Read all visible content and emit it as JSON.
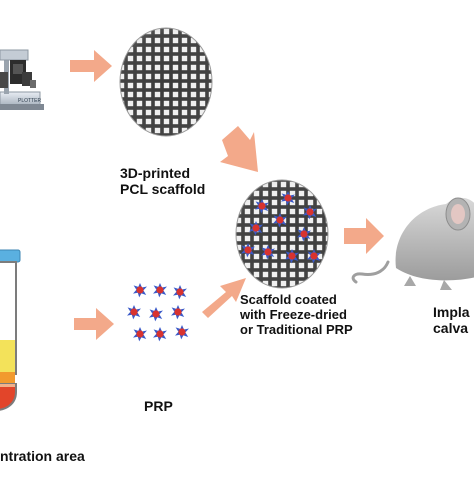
{
  "diagram": {
    "labels": {
      "scaffold": [
        "3D-printed",
        "PCL scaffold"
      ],
      "coated": [
        "Scaffold coated",
        "with Freeze-dried",
        "or Traditional PRP"
      ],
      "prp": "PRP",
      "implant": [
        "Impla",
        "calva"
      ],
      "tube_area": "ntration area",
      "printer_brand": "PLOTTER"
    },
    "colors": {
      "arrow": "#f3a98a",
      "platelet_red": "#d8332f",
      "platelet_blue": "#3a5ac9",
      "mesh_dark": "#3a3a3a",
      "rat_body": "#c2c2c2",
      "tube_yellow": "#f3e25a",
      "tube_orange": "#f29a2e",
      "tube_red": "#e2452a",
      "tube_cap": "#5ab0e0"
    },
    "icons": [
      "plotter-icon",
      "scaffold-mesh-icon",
      "coated-scaffold-icon",
      "platelet-cluster-icon",
      "rat-icon",
      "blood-tube-icon"
    ]
  }
}
